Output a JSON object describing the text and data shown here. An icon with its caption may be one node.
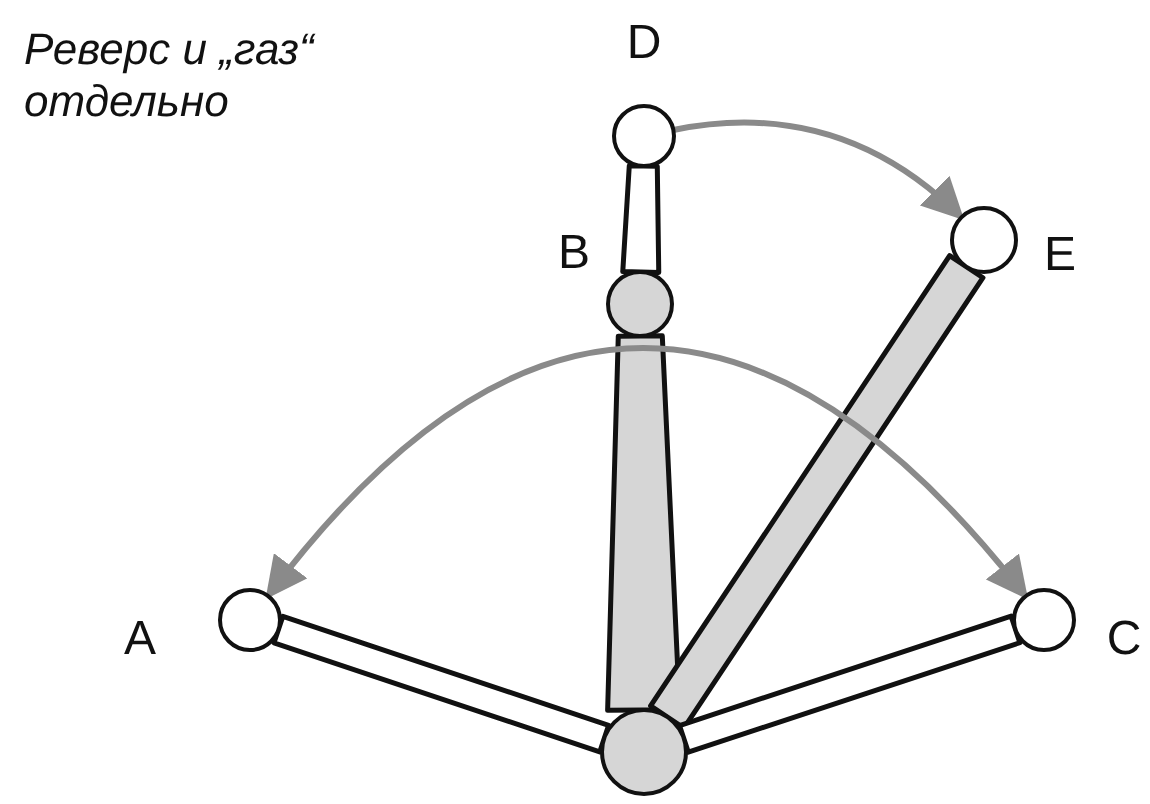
{
  "diagram": {
    "title": "Реверс и „газ“ отдельно",
    "nodes": [
      {
        "text": [],
        "shape": "circle",
        "beside": [
          "D"
        ]
      },
      {
        "text": [],
        "shape": "circle",
        "beside": [
          "E"
        ]
      },
      {
        "text": [],
        "shape": "circle",
        "beside": [
          "B"
        ]
      },
      {
        "text": [],
        "shape": "circle",
        "beside": [
          "A"
        ]
      },
      {
        "text": [],
        "shape": "circle",
        "beside": [
          "C"
        ]
      },
      {
        "text": [],
        "shape": "circle"
      }
    ],
    "edges": [
      {
        "from": 2,
        "to": 0,
        "arrow": "none",
        "style": "thick",
        "color": "#ffffff"
      },
      {
        "from": 5,
        "to": 2,
        "arrow": "none",
        "style": "thick",
        "color": "#d6d6d6"
      },
      {
        "from": 5,
        "to": 1,
        "arrow": "none",
        "style": "thick",
        "color": "#d6d6d6"
      },
      {
        "from": 5,
        "to": 3,
        "arrow": "none",
        "style": "thick",
        "color": "#ffffff"
      },
      {
        "from": 5,
        "to": 4,
        "arrow": "none",
        "style": "thick",
        "color": "#ffffff"
      },
      {
        "from": 0,
        "to": 1,
        "arrow": "to",
        "color": "#8a8a8a"
      },
      {
        "from": 3,
        "to": 4,
        "arrow": "both",
        "color": "#8a8a8a"
      }
    ]
  }
}
